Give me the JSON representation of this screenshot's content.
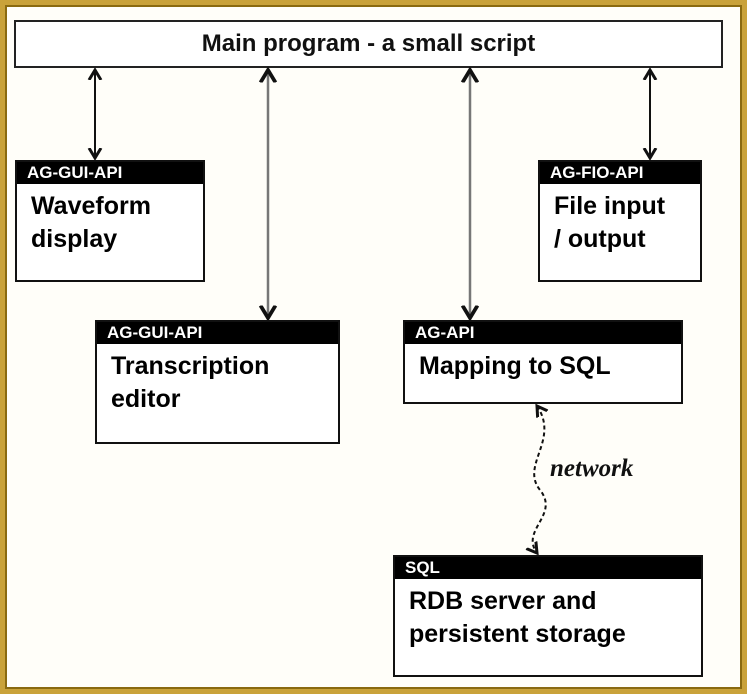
{
  "main": {
    "label": "Main program - a small script"
  },
  "boxes": {
    "waveform": {
      "api": "AG-GUI-API",
      "line1": "Waveform",
      "line2": "display"
    },
    "fileio": {
      "api": "AG-FIO-API",
      "line1": "File input",
      "line2": "/ output"
    },
    "transcription": {
      "api": "AG-GUI-API",
      "line1": "Transcription",
      "line2": "editor"
    },
    "mapping": {
      "api": "AG-API",
      "line1": "Mapping to SQL",
      "line2": ""
    },
    "rdb": {
      "api": "SQL",
      "line1": "RDB server and",
      "line2": "persistent storage"
    }
  },
  "network_label": "network"
}
